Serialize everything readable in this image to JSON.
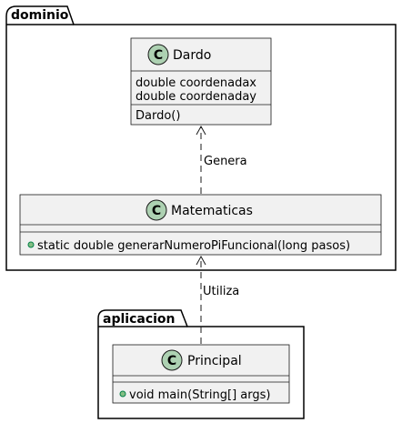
{
  "packages": [
    {
      "name": "dominio"
    },
    {
      "name": "aplicacion"
    }
  ],
  "classes": {
    "dardo": {
      "stereotype_glyph": "C",
      "name": "Dardo",
      "fields": [
        "double coordenadax",
        "double coordenaday"
      ],
      "methods": [
        "Dardo()"
      ]
    },
    "matematicas": {
      "stereotype_glyph": "C",
      "name": "Matematicas",
      "fields": [],
      "methods": [
        "static double generarNumeroPiFuncional(long pasos)"
      ]
    },
    "principal": {
      "stereotype_glyph": "C",
      "name": "Principal",
      "fields": [],
      "methods": [
        "void main(String[] args)"
      ]
    }
  },
  "relations": [
    {
      "from": "Matematicas",
      "to": "Dardo",
      "label": "Genera",
      "style": "dashed-arrow"
    },
    {
      "from": "Principal",
      "to": "Matematicas",
      "label": "Utiliza",
      "style": "dashed-arrow"
    }
  ],
  "colors": {
    "class_fill": "#f1f1f1",
    "class_border": "#181818",
    "circle_fill": "#add1b2",
    "visibility_public": "#84be84",
    "package_border": "#000000"
  }
}
